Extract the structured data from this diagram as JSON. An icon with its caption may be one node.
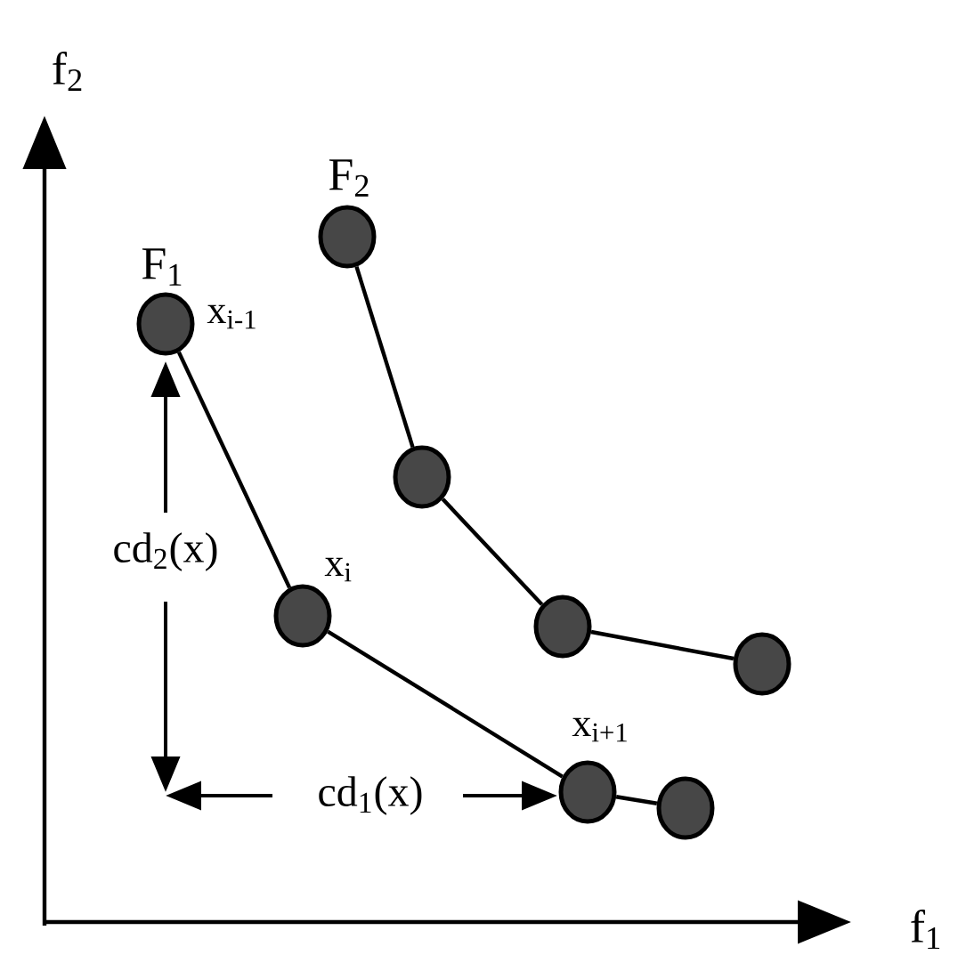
{
  "diagram": {
    "nodes": [
      {
        "text": [],
        "shape": "circle",
        "beside": [
          "F$_{1}$",
          "x$_{i-1}$"
        ]
      },
      {
        "text": [],
        "shape": "circle",
        "beside": [
          "x$_{i}$"
        ]
      },
      {
        "text": [],
        "shape": "circle",
        "beside": [
          "x$_{i+1}$"
        ]
      },
      {
        "text": [],
        "shape": "circle"
      },
      {
        "text": [],
        "shape": "circle",
        "beside": [
          "F$_{2}$"
        ]
      },
      {
        "text": [],
        "shape": "circle"
      },
      {
        "text": [],
        "shape": "circle"
      },
      {
        "text": [],
        "shape": "circle"
      }
    ],
    "edges": [
      {
        "from": 0,
        "to": 1,
        "arrow": "none"
      },
      {
        "from": 1,
        "to": 2,
        "arrow": "none"
      },
      {
        "from": 2,
        "to": 3,
        "arrow": "none"
      },
      {
        "from": 4,
        "to": 5,
        "arrow": "none"
      },
      {
        "from": 5,
        "to": 6,
        "arrow": "none"
      },
      {
        "from": 6,
        "to": 7,
        "arrow": "none"
      }
    ],
    "labels": [
      "f$_{2}$",
      "cd$_{2}$(x)",
      "cd$_{1}$(x)",
      "f$_{1}$"
    ]
  }
}
